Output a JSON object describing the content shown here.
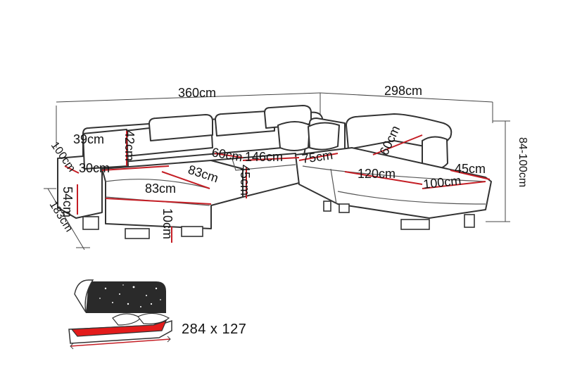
{
  "dimensions": {
    "overall_left_width": "360cm",
    "overall_right_width": "298cm",
    "height_range": "84-100cm",
    "left_depth": "183cm",
    "chaise_width": "100cm",
    "armrest_width": "39cm",
    "armrest_depth": "30cm",
    "seat_height_left": "54cm",
    "chaise_length": "83cm",
    "chaise_storage_length": "83cm",
    "leg_height": "10cm",
    "headrest_height_left": "42cm",
    "back_depth": "60cm",
    "center_width": "146cm",
    "seat_height_center": "45cm",
    "corner_seat": "75cm",
    "headrest_height_right": "60cm",
    "right_seat_length": "120cm",
    "right_seat_depth": "100cm",
    "right_arm": "45cm"
  },
  "bed": {
    "size_label": "284 x 127"
  }
}
